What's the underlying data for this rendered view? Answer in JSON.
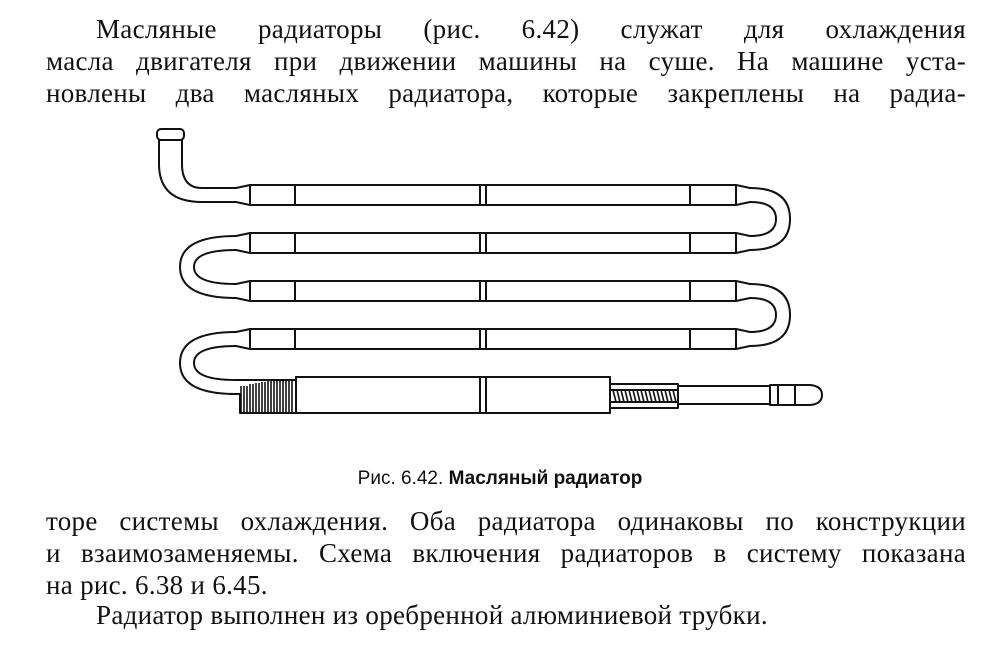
{
  "text": {
    "para1_lines": [
      "Масляные радиаторы (рис. 6.42) служат для охлаждения",
      "масла двигателя при движении машины на суше. На машине уста-",
      "новлены два масляных радиатора, которые закреплены на радиа-"
    ],
    "para2_lines": [
      "торе системы охлаждения. Оба радиатора одинаковы по конструкции",
      "и взаимозаменяемы. Схема включения радиаторов в систему показана",
      "на рис. 6.38 и 6.45."
    ],
    "para3": "Радиатор выполнен из оребренной алюминиевой трубки."
  },
  "figure": {
    "caption_prefix": "Рис. 6.42.",
    "caption_title": "Масляный радиатор"
  }
}
